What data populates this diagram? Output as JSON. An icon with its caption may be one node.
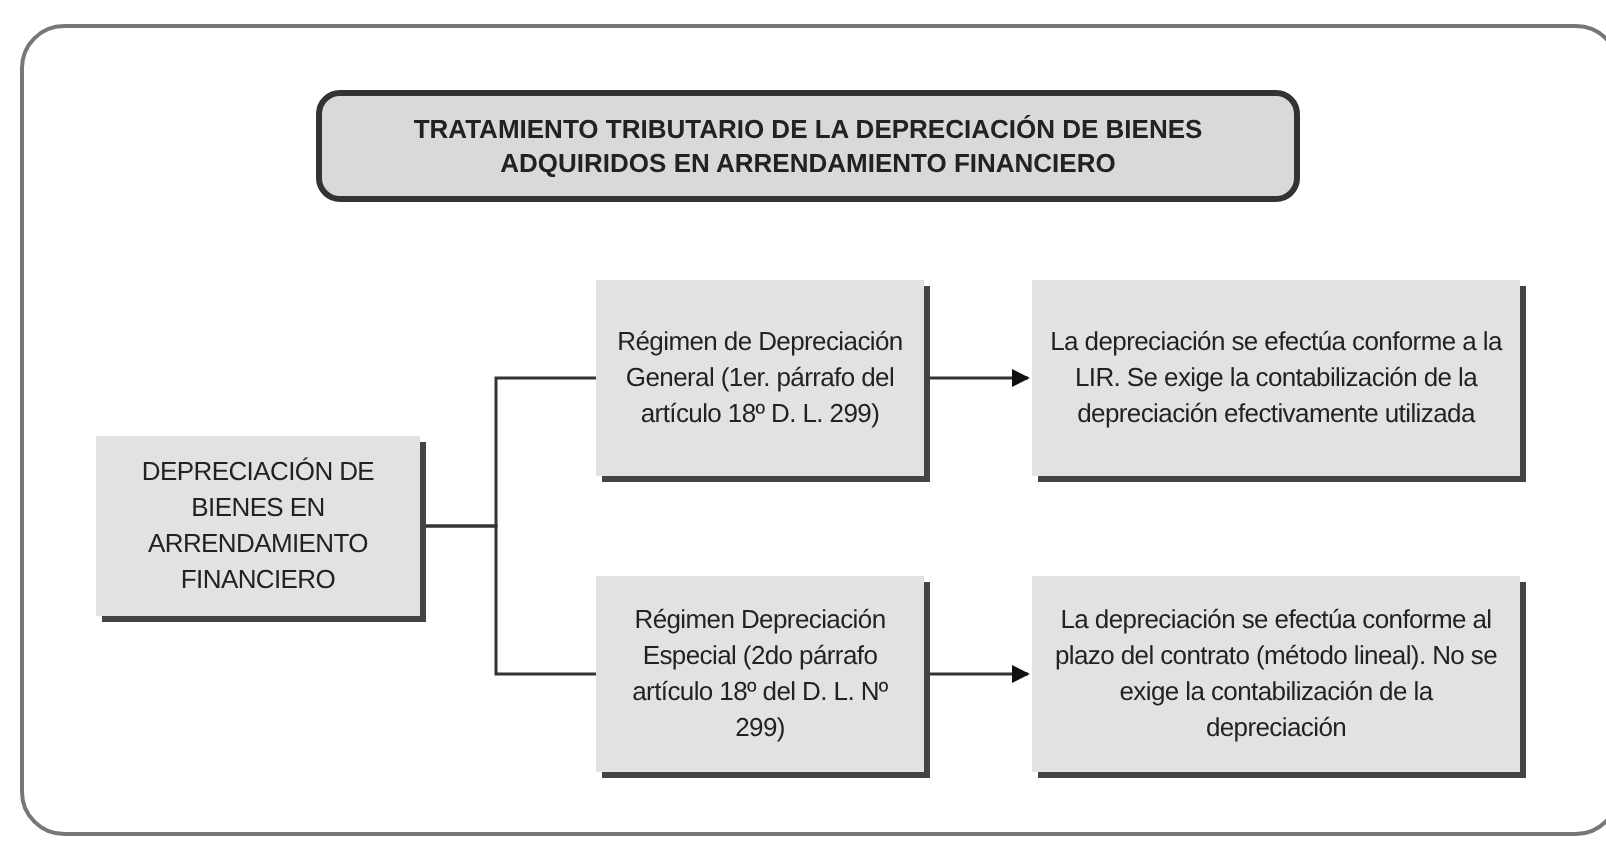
{
  "diagram": {
    "title": "TRATAMIENTO TRIBUTARIO DE LA DEPRECIACIÓN DE BIENES ADQUIRIDOS EN ARRENDAMIENTO FINANCIERO",
    "nodes": [
      {
        "text": [
          "DEPRECIACIÓN DE BIENES EN ARRENDAMIENTO FINANCIERO"
        ]
      },
      {
        "text": [
          "Régimen de Depreciación General (1er. párrafo del artículo 18º D. L. 299)"
        ]
      },
      {
        "text": [
          "La depreciación se efectúa conforme a la LIR. Se exige la contabilización de la depreciación efectivamente utilizada"
        ]
      },
      {
        "text": [
          "Régimen Depreciación Especial (2do párrafo artículo 18º del D. L. Nº 299)"
        ]
      },
      {
        "text": [
          "La depreciación se efectúa conforme al plazo del contrato (método lineal). No se exige la contabilización de la depreciación"
        ]
      }
    ],
    "edges": [
      {
        "from": 0,
        "to": 1,
        "arrow": "none"
      },
      {
        "from": 0,
        "to": 3,
        "arrow": "none"
      },
      {
        "from": 1,
        "to": 2,
        "arrow": "to"
      },
      {
        "from": 3,
        "to": 4,
        "arrow": "to"
      }
    ]
  }
}
